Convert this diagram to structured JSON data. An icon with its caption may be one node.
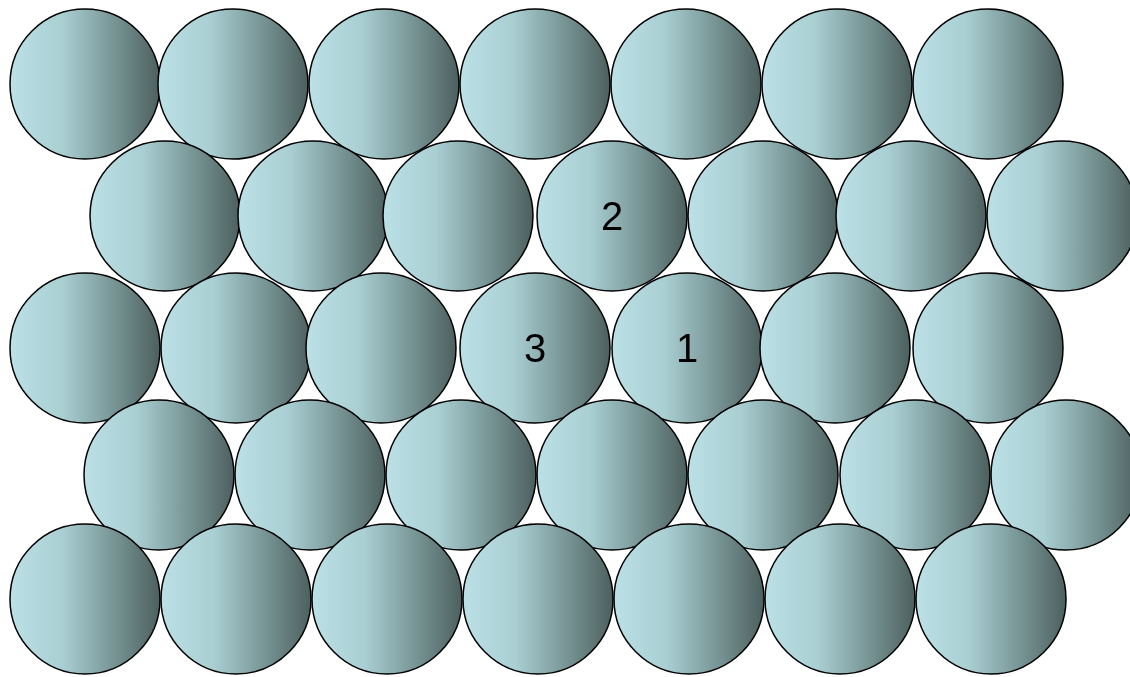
{
  "diagram": {
    "nodes": [
      {
        "text": [],
        "shape": "circle"
      },
      {
        "text": [],
        "shape": "circle"
      },
      {
        "text": [],
        "shape": "circle"
      },
      {
        "text": [],
        "shape": "circle"
      },
      {
        "text": [],
        "shape": "circle"
      },
      {
        "text": [],
        "shape": "circle"
      },
      {
        "text": [],
        "shape": "circle"
      },
      {
        "text": [],
        "shape": "circle"
      },
      {
        "text": [],
        "shape": "circle"
      },
      {
        "text": [],
        "shape": "circle"
      },
      {
        "text": [
          "2"
        ]
      },
      {
        "text": [],
        "shape": "circle"
      },
      {
        "text": [],
        "shape": "circle"
      },
      {
        "text": [],
        "shape": "circle"
      },
      {
        "text": [],
        "shape": "circle"
      },
      {
        "text": [],
        "shape": "circle"
      },
      {
        "text": [],
        "shape": "circle"
      },
      {
        "text": [
          "3"
        ]
      },
      {
        "text": [
          "1"
        ]
      },
      {
        "text": [],
        "shape": "circle"
      },
      {
        "text": [],
        "shape": "circle"
      },
      {
        "text": [],
        "shape": "circle"
      },
      {
        "text": [],
        "shape": "circle"
      },
      {
        "text": [],
        "shape": "circle"
      },
      {
        "text": [],
        "shape": "circle"
      },
      {
        "text": [],
        "shape": "circle"
      },
      {
        "text": [],
        "shape": "circle"
      },
      {
        "text": [],
        "shape": "circle"
      },
      {
        "text": [],
        "shape": "circle"
      },
      {
        "text": [],
        "shape": "circle"
      },
      {
        "text": [],
        "shape": "circle"
      },
      {
        "text": [],
        "shape": "circle"
      },
      {
        "text": [],
        "shape": "circle"
      },
      {
        "text": [],
        "shape": "circle"
      },
      {
        "text": [],
        "shape": "circle"
      }
    ]
  }
}
